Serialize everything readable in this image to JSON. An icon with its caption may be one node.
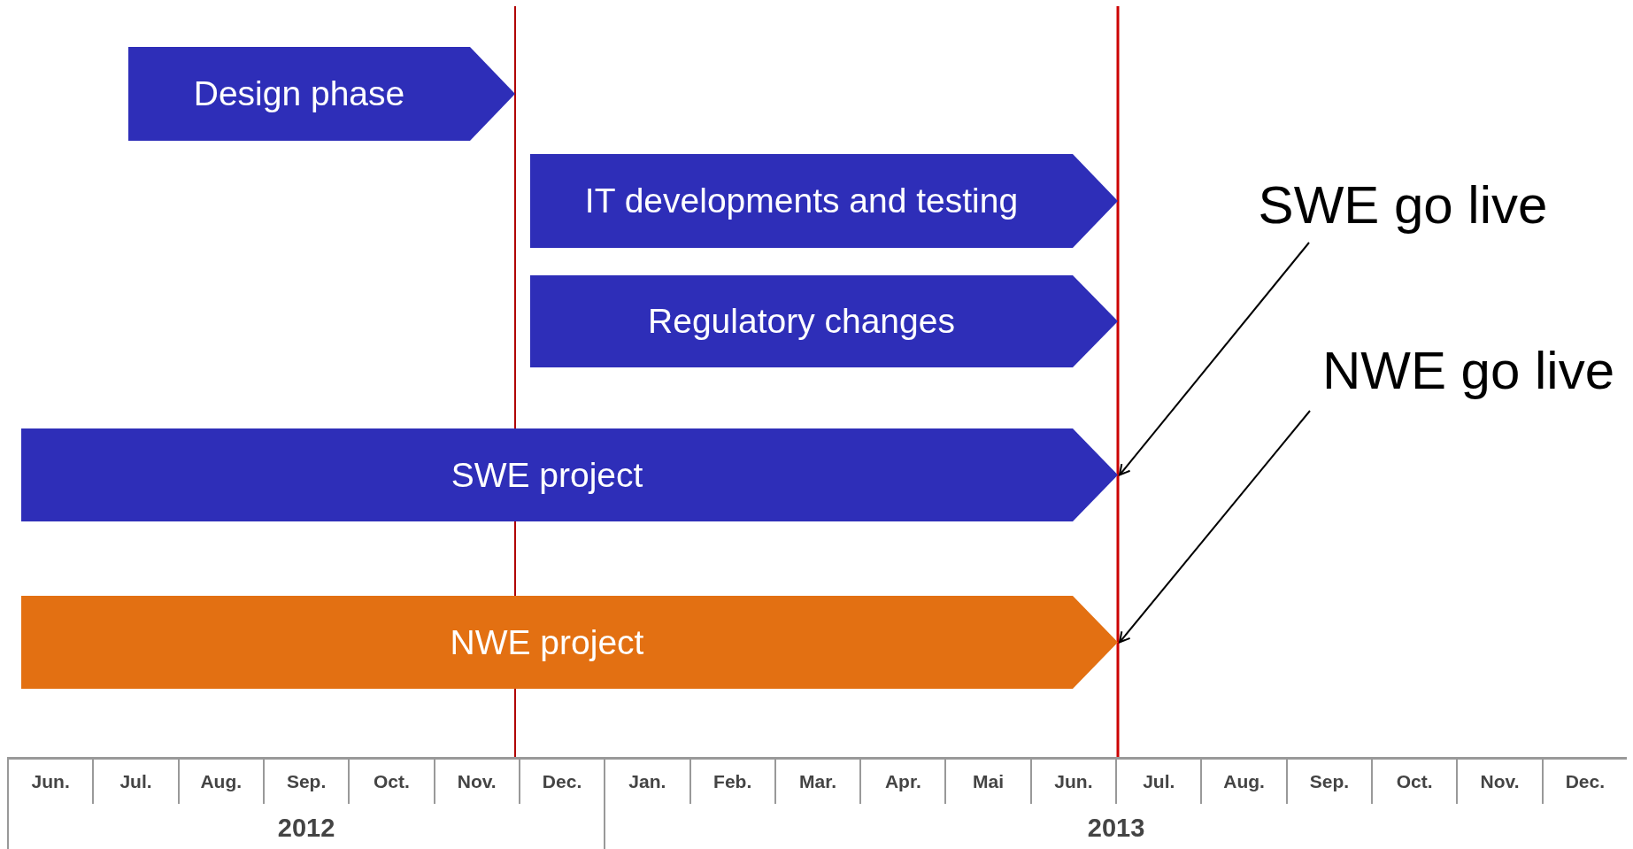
{
  "diagram": {
    "nodes": [
      {
        "text": [
          "Design phase"
        ]
      },
      {
        "text": [
          "IT developments and testing"
        ]
      },
      {
        "text": [
          "Regulatory changes"
        ]
      },
      {
        "text": [
          "SWE project"
        ]
      },
      {
        "text": [
          "NWE project"
        ]
      },
      {
        "text": [
          "SWE go live"
        ]
      },
      {
        "text": [
          "NWE go live"
        ]
      }
    ],
    "edges": [
      {
        "from": 5,
        "to": 3,
        "arrow": "to"
      },
      {
        "from": 6,
        "to": 4,
        "arrow": "to"
      }
    ],
    "labels": [
      "Jun.",
      "Jul.",
      "Aug.",
      "Sep.",
      "Oct.",
      "Nov.",
      "Dec.",
      "Jan.",
      "Feb.",
      "Mar.",
      "Apr.",
      "Mai",
      "Jun.",
      "Jul.",
      "Aug.",
      "Sep.",
      "Oct.",
      "Nov.",
      "Dec.",
      "2012",
      "2013"
    ]
  }
}
